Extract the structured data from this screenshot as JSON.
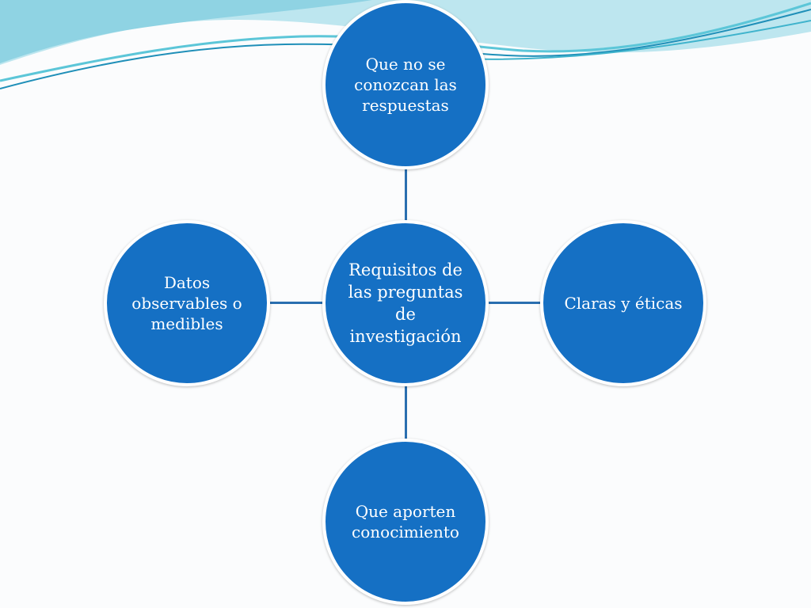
{
  "diagram": {
    "center": {
      "label": "Requisitos de\nlas preguntas\nde\ninvestigación"
    },
    "top": {
      "label": "Que no se\nconozcan las\nrespuestas"
    },
    "right": {
      "label": "Claras y éticas"
    },
    "bottom": {
      "label": "Que aporten\nconocimiento"
    },
    "left": {
      "label": "Datos\nobservables o\nmedibles"
    }
  },
  "colors": {
    "node_fill": "#1570c4",
    "node_border": "#ffffff",
    "connector": "#2a6fb0",
    "background": "#fbfcfd",
    "wave_light": "#a8dce8",
    "wave_mid": "#5cc6d8",
    "wave_dark": "#1f8fb8"
  }
}
